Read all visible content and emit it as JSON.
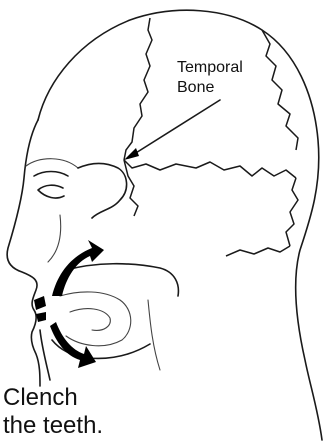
{
  "figure": {
    "bone_label": [
      "Temporal",
      "Bone"
    ],
    "caption": [
      "Clench",
      "the teeth."
    ]
  }
}
